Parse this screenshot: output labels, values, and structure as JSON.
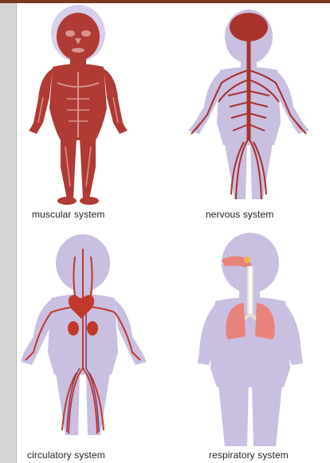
{
  "figure": {
    "colors": {
      "muscle": "#b03a34",
      "muscle_light": "#d9948e",
      "body": "#c9bfe0",
      "nerve": "#a8322c",
      "vessel": "#c0392b",
      "vein": "#7b3b6e",
      "lung": "#e8837a",
      "airway": "#e6dfd3",
      "hair_outline": "#d8cfea",
      "top_rule": "#7a3a1c",
      "margin": "#d6d6d6"
    },
    "panels": [
      {
        "id": "muscular",
        "caption": "muscular system"
      },
      {
        "id": "nervous",
        "caption": "nervous system"
      },
      {
        "id": "circulatory",
        "caption": "circulatory system"
      },
      {
        "id": "respiratory",
        "caption": "respiratory system"
      }
    ]
  }
}
